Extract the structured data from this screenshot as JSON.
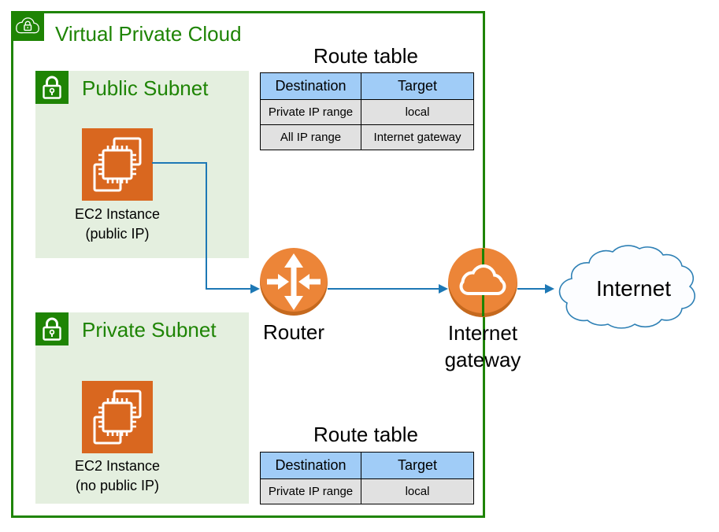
{
  "vpc": {
    "title": "Virtual Private Cloud"
  },
  "public_subnet": {
    "title": "Public Subnet",
    "ec2": {
      "line1": "EC2 Instance",
      "line2": "(public IP)"
    }
  },
  "private_subnet": {
    "title": "Private Subnet",
    "ec2": {
      "line1": "EC2 Instance",
      "line2": "(no public IP)"
    }
  },
  "route_table_public": {
    "title": "Route table",
    "headers": {
      "destination": "Destination",
      "target": "Target"
    },
    "rows": [
      {
        "destination": "Private IP range",
        "target": "local"
      },
      {
        "destination": "All IP range",
        "target": "Internet gateway"
      }
    ]
  },
  "route_table_private": {
    "title": "Route table",
    "headers": {
      "destination": "Destination",
      "target": "Target"
    },
    "rows": [
      {
        "destination": "Private IP range",
        "target": "local"
      }
    ]
  },
  "router": {
    "label": "Router"
  },
  "internet_gateway": {
    "label_line1": "Internet",
    "label_line2": "gateway"
  },
  "internet": {
    "label": "Internet"
  },
  "icons": {
    "vpc_icon": "cloud-with-lock",
    "subnet_icon": "padlock",
    "ec2_icon": "processor-chip",
    "router_icon": "cross-arrows-circle",
    "internet_gateway_icon": "cloud-circle",
    "internet_icon": "cloud-outline"
  },
  "colors": {
    "vpc_green": "#1e8404",
    "subnet_background": "#e4efdf",
    "ec2_orange": "#d9671f",
    "node_orange": "#ec8538",
    "connector_blue": "#1d78b5",
    "table_header_blue": "#a0ccf7",
    "table_cell_gray": "#e1e1e1",
    "cloud_outline_blue": "#2e80b5"
  }
}
